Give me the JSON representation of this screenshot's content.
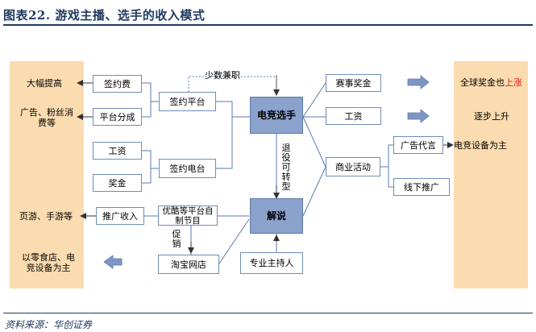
{
  "title": "图表22.  游戏主播、选手的收入模式",
  "source": "资料来源：华创证券",
  "left_outcomes": {
    "raise": "大幅提高",
    "ads_fans": "广告、粉丝消费等",
    "games": "页游、手游等",
    "shop": "以零食店、电竞设备为主"
  },
  "boxes": {
    "sign_fee": "签约费",
    "platform_share": "平台分成",
    "salary_left": "工资",
    "bonus_left": "奖金",
    "promo_income": "推广收入",
    "sign_platform": "签约平台",
    "sign_tv": "签约电台",
    "youku": "优酷等平台自制节目",
    "taobao": "淘宝网店",
    "esports_player": "电竞选手",
    "commentator": "解说",
    "pro_host": "专业主持人",
    "prize": "赛事奖金",
    "salary_right": "工资",
    "business": "商业活动",
    "ad_endorse": "广告代言",
    "offline": "线下推广"
  },
  "labels": {
    "few_part_time": "少数兼职",
    "retire_transfer": "退役可转型",
    "promote_sales": "促销"
  },
  "right_outcomes": {
    "global_prize_prefix": "全球奖金也",
    "global_prize_red": "上涨",
    "gradual": "逐步上升",
    "esports_equip": "电竞设备为主"
  },
  "colors": {
    "panel": "#fbdcb0",
    "box_border": "#6f8db9",
    "dark_box": "#8ba2cc",
    "arrow": "#7f96c4",
    "title": "#1f3a60",
    "highlight": "#e11b1b"
  }
}
